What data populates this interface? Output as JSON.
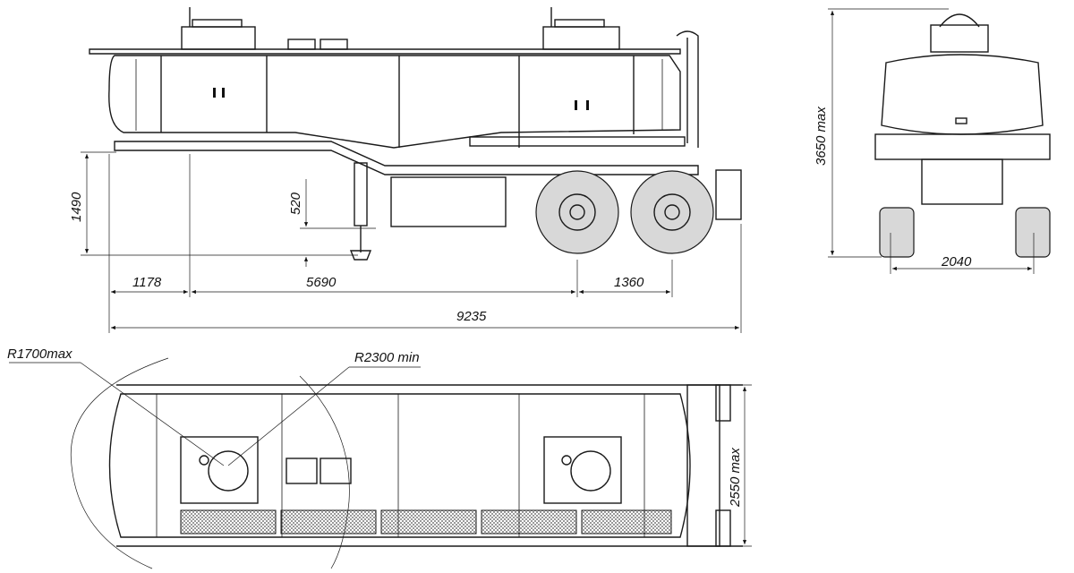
{
  "dimensions": {
    "front_overhang": "1178",
    "kingpin_to_axle": "5690",
    "axle_spread": "1360",
    "overall_length": "9235",
    "fifth_wheel_height": "1490",
    "leg_height": "520",
    "overall_height": "3650 max",
    "track_width": "2040",
    "overall_width": "2550 max",
    "turn_radius_front": "R1700max",
    "turn_radius_min": "R2300 min"
  },
  "views": [
    "side-view",
    "rear-view",
    "top-view"
  ],
  "colors": {
    "line": "#1a1a1a",
    "background": "#ffffff",
    "tire_fill": "#d8d8d8"
  }
}
